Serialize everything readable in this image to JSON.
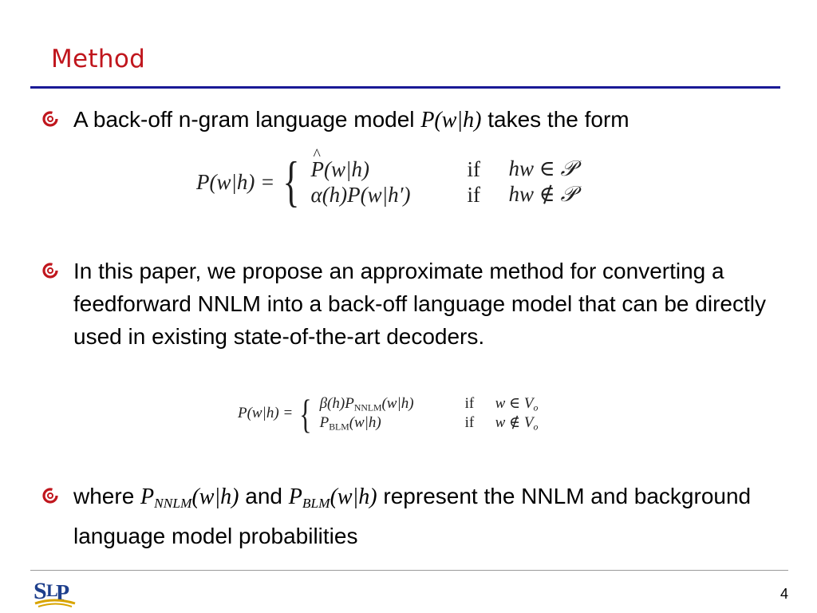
{
  "header": {
    "title": "Method"
  },
  "bullets": [
    {
      "text_before": "A back-off n-gram language model",
      "math": "P(w|h)",
      "text_after": "takes the form"
    },
    {
      "text": "In this paper, we propose an approximate method for converting a feedforward NNLM into a back-off language model that can be directly used in existing state-of-the-art decoders."
    },
    {
      "t1": "where",
      "m1_base": "P",
      "m1_sub": "NNLM",
      "m1_arg": "(w|h)",
      "t2": "and",
      "m2_base": "P",
      "m2_sub": "BLM",
      "m2_arg": "(w|h)",
      "t3": "represent the NNLM and background language model probabilities"
    }
  ],
  "equation1": {
    "lhs": "P(w|h) =",
    "row1": {
      "expr_hat": "P",
      "expr_rest": "(w|h)",
      "if": "if",
      "cond": "hw ∈ 𝒫"
    },
    "row2": {
      "expr": "α(h)P(w|h′)",
      "if": "if",
      "cond": "hw ∉ 𝒫"
    }
  },
  "equation2": {
    "lhs": "P(w|h) =",
    "row1": {
      "pre": "β(h)P",
      "sub": "NNLM",
      "post": "(w|h)",
      "if": "if",
      "cond_base": "w ∈ V",
      "cond_sub": "o"
    },
    "row2": {
      "pre": "P",
      "sub": "BLM",
      "post": "(w|h)",
      "if": "if",
      "cond_base": "w ∉ V",
      "cond_sub": "o"
    }
  },
  "footer": {
    "page_number": "4",
    "logo_icon": "slp-logo-icon"
  },
  "colors": {
    "title": "#c0161d",
    "rule": "#1a1a96",
    "bullet": "#c0161d"
  }
}
